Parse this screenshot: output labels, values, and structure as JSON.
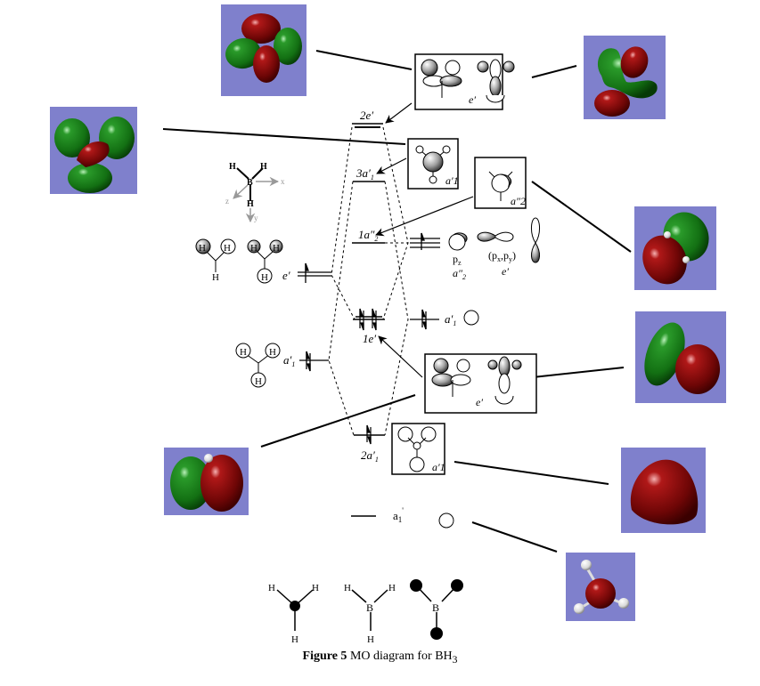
{
  "figure": {
    "caption_bold": "Figure 5",
    "caption_text": " MO diagram for BH",
    "caption_subscript": "3"
  },
  "colors": {
    "render_background": "#7f80cc",
    "lobe_red": "#7a0a0a",
    "lobe_green": "#1b7a1b",
    "line": "#000000",
    "axis_gray": "#999999"
  },
  "mo_levels": {
    "two_e_prime": "2e′",
    "three_a1_prime": "3a′1",
    "one_a2_dprime": "1a″2",
    "one_e_prime": "1e′",
    "two_a1_prime": "2a′1",
    "bottom_a1": "a1'"
  },
  "boron_ao": {
    "pz_label": "pz",
    "pz_sym": "a″2",
    "pxpy_label": "(px,py)",
    "pxpy_sym": "e′",
    "s_sym": "a′1"
  },
  "h3_fragment": {
    "e_sym": "e′",
    "a_sym": "a′1"
  },
  "boxes": {
    "top_e": "e′",
    "three_a1": "a′1",
    "a2": "a″2",
    "mid_e": "e′",
    "bottom_a1": "a′1"
  },
  "axes": {
    "x": "x",
    "y": "y",
    "z": "z",
    "atom_b": "B",
    "atom_h": "H"
  },
  "bottom_structures": {
    "h": "H",
    "b": "B"
  },
  "renders": [
    {
      "id": "top-left-e-render",
      "orbital": "2e' (antibonding)"
    },
    {
      "id": "top-right-e-render",
      "orbital": "2e' (antibonding)"
    },
    {
      "id": "left-3a1-render",
      "orbital": "3a1'"
    },
    {
      "id": "right-a2-render",
      "orbital": "1a2''"
    },
    {
      "id": "right-1e-render",
      "orbital": "1e'"
    },
    {
      "id": "left-1e-render",
      "orbital": "1e'"
    },
    {
      "id": "right-2a1-render",
      "orbital": "2a1'"
    },
    {
      "id": "bottom-a1-render",
      "orbital": "a1' (B 1s)"
    }
  ]
}
